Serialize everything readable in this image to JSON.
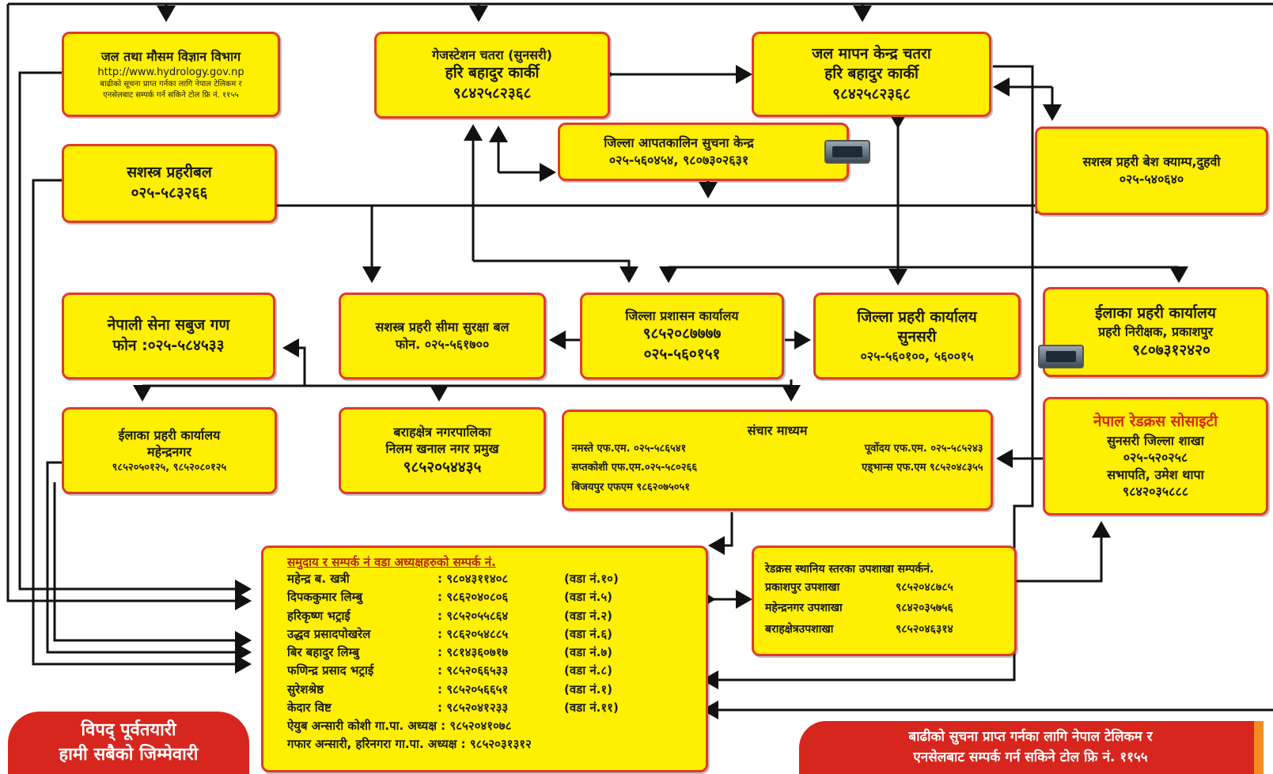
{
  "boxes": {
    "hydrology": {
      "title": "जल तथा मौसम विज्ञान विभाग",
      "url": "http://www.hydrology.gov.np",
      "note1": "बाढीको सूचना प्राप्त गर्नका लागि नेपाल टेलिकम र",
      "note2": "एनसेलबाट सम्पर्क गर्न सकिने टोल फ्रि नं. ११५५"
    },
    "gauge_station": {
      "line1": "गेजस्टेशन चतरा (सुनसरी)",
      "line2": "हरि बहादुर कार्की",
      "line3": "९८४२५८२३६८"
    },
    "water_center": {
      "line1": "जल मापन केन्द्र चतरा",
      "line2": "हरि बहादुर कार्की",
      "line3": "९८४२५८२३६८"
    },
    "eoc": {
      "line1": "जिल्ला आपतकालिन सुचना केन्द्र",
      "line2": "०२५-५६०४५४, ९८०७३०२६३१"
    },
    "apf": {
      "line1": "सशस्त्र प्रहरीबल",
      "line2": "०२५-५८३२६६"
    },
    "apf_camp": {
      "line1": "सशस्त्र प्रहरी बेश क्याम्प,दुहवी",
      "line2": "०२५-५४०६४०"
    },
    "army": {
      "line1": "नेपाली सेना सबुज गण",
      "line2": "फोन :०२५-५८४५३३"
    },
    "border_force": {
      "line1": "सशस्त्र प्रहरी सीमा सुरक्षा बल",
      "line2": "फोन. ०२५-५६१७००"
    },
    "dao": {
      "line1": "जिल्ला प्रशासन कार्यालय",
      "line2": "९८५२०८७७७७",
      "line3": "०२५-५६०१५१"
    },
    "dpo": {
      "line1": "जिल्ला प्रहरी कार्यालय",
      "line2": "सुनसरी",
      "line3": "०२५-५६०१००, ५६००१५"
    },
    "apo_prakashpur": {
      "line1": "ईलाका प्रहरी कार्यालय",
      "line2": "प्रहरी निरीक्षक, प्रकाशपुर",
      "line3": "९८०७३१२४२०"
    },
    "apo_mahendranagar": {
      "line1": "ईलाका प्रहरी कार्यालय",
      "line2": "महेन्द्रनगर",
      "line3": "९८५२०५०१२५, ९८५२०८०१२५"
    },
    "municipality": {
      "line1": "बराहक्षेत्र नगरपालिका",
      "line2": "निलम खनाल नगर प्रमुख",
      "line3": "९८५२०५४४३५"
    },
    "media": {
      "title": "संचार माध्यम",
      "rows": [
        [
          "नमस्ते एफ.एम. ०२५-५८६५४१",
          "पूर्वोदय एफ.एम.  ०२५-५८५२४३"
        ],
        [
          "सप्तकोशी एफ.एम.०२५-५८०२६६",
          "एड्भान्स एफ.एम  ९८५२०४८३५५"
        ],
        [
          "बिजयपुर एफएम ९८६२०७५०५१",
          ""
        ]
      ]
    },
    "redcross": {
      "line1": "नेपाल रेडक्रस सोसाइटी",
      "line2": "सुनसरी जिल्ला शाखा",
      "line3": "०२५-५२०२५८",
      "line4": "सभापति, उमेश थापा",
      "line5": "९८४२०३५८८८"
    },
    "community": {
      "title": "समुदाय र सम्पर्क नं वडा अध्यक्षहरुको सम्पर्क नं.",
      "rows": [
        [
          "महेन्द्र ब. खत्री",
          ": ९८०४३११४०८",
          "(वडा नं.१०)"
        ],
        [
          "दिपककुमार लिम्बु",
          ": ९८६२०४०८०६",
          "(वडा नं.५)"
        ],
        [
          "हरिकृष्ण भट्राई",
          ": ९८५२०५५८६४",
          "(वडा नं.२)"
        ],
        [
          "उद्धव प्रसादपोखरेल",
          ": ९८६२०५४८८५",
          "(वडा नं.६)"
        ],
        [
          "बिर बहादुर लिम्बु",
          ": ९८१४३६०७१७",
          "(वडा नं.७)"
        ],
        [
          "फणिन्द्र प्रसाद भट्राई",
          ": ९८५२०६६५३३",
          "(वडा नं.८)"
        ],
        [
          "सुरेशश्रेष्ठ",
          ": ९८५२०५६६५१",
          "(वडा नं.१)"
        ],
        [
          "केदार विष्ट",
          ": ९८५२०४१२३३",
          "(वडा नं.११)"
        ]
      ],
      "extra1": "ऐयुब अन्सारी कोशी गा.पा. अध्यक्ष : ९८५२०४१०७८",
      "extra2": "गफार अन्सारी, हरिनगरा गा.पा. अध्यक्ष : ९८५२०३१३१२"
    },
    "rc_sub": {
      "title": "रेडक्रस स्थानिय स्तरका उपशाखा सम्पर्कनं.",
      "rows": [
        [
          "प्रकाशपुर उपशाखा",
          "९८५२०४८७८५"
        ],
        [
          "महेन्द्रनगर उपशाखा",
          "९८४२०३५७५६"
        ],
        [
          "बराहक्षेत्रउपशाखा",
          "९८५२०४६३१४"
        ]
      ]
    }
  },
  "banners": {
    "left1": "विपद् पूर्वतयारी",
    "left2": "हामी सबैको जिम्मेवारी",
    "right1": "बाढीको सुचना प्राप्त गर्नका लागि नेपाल टेलिकम र",
    "right2": "एनसेलबाट सम्पर्क गर्न सकिने टोल फ्रि नं. ११५५"
  }
}
